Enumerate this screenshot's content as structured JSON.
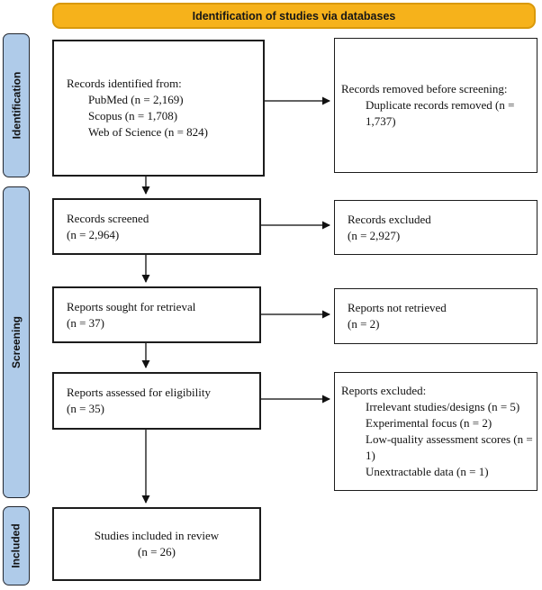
{
  "banner": {
    "label": "Identification of studies via databases"
  },
  "stages": [
    {
      "label": "Identification"
    },
    {
      "label": "Screening"
    },
    {
      "label": "Included"
    }
  ],
  "colors": {
    "banner_fill": "#F6B21B",
    "banner_border": "#D9990B",
    "stage_fill": "#AFCBE9",
    "stage_border": "#23272F",
    "box_border": "#1C1C1C",
    "arrow": "#2e2e2e"
  },
  "boxes": {
    "records_identified": {
      "title": "Records identified from:",
      "items": [
        "PubMed (n = 2,169)",
        "Scopus (n = 1,708)",
        "Web of Science (n = 824)"
      ]
    },
    "records_removed": {
      "title": "Records removed before screening:",
      "items": [
        "Duplicate records removed (n = 1,737)"
      ]
    },
    "records_screened": {
      "line1": "Records screened",
      "line2": "(n = 2,964)"
    },
    "records_excluded": {
      "line1": "Records excluded",
      "line2": "(n = 2,927)"
    },
    "reports_sought": {
      "line1": "Reports sought for retrieval",
      "line2": "(n = 37)"
    },
    "reports_not_retrieved": {
      "line1": "Reports not retrieved",
      "line2": "(n = 2)"
    },
    "reports_assessed": {
      "line1": "Reports assessed for eligibility",
      "line2": "(n = 35)"
    },
    "reports_excluded": {
      "title": "Reports excluded:",
      "items": [
        "Irrelevant studies/designs (n = 5)",
        "Experimental focus (n = 2)",
        "Low-quality assessment scores (n = 1)",
        "Unextractable data (n = 1)"
      ]
    },
    "studies_included": {
      "line1": "Studies included in review",
      "line2": "(n = 26)"
    }
  }
}
